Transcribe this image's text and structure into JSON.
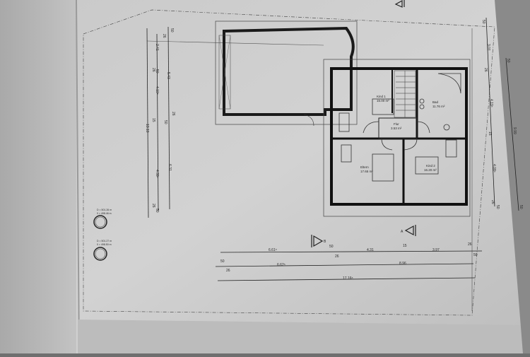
{
  "plan": {
    "rooms": [
      {
        "name": "Kind 1",
        "area": "15.00 m²"
      },
      {
        "name": "Bad",
        "area": "11.76 m²"
      },
      {
        "name": "Flur",
        "area": "3.53 m²"
      },
      {
        "name": "Eltern",
        "area": "17.65 m²"
      },
      {
        "name": "Kind 2",
        "area": "16.20 m²"
      }
    ],
    "bottom_dims": {
      "row1": [
        "6.61⁵",
        "50",
        "26",
        "4.31",
        "15",
        "3.97",
        "26",
        "50"
      ],
      "row2": [
        "50",
        "26",
        "6.62⁵",
        "8.96"
      ],
      "row3": [
        "17.16⁵"
      ]
    },
    "left_dims": {
      "overall": "13.10",
      "inner": [
        "2.41",
        "26",
        "50",
        "4.19⁵",
        "15",
        "4.39⁵",
        "26",
        "50"
      ],
      "middle": [
        "50",
        "26",
        "5.43",
        "26",
        "50",
        "6.31"
      ]
    },
    "right_dims": {
      "inner": [
        "50",
        "3.01",
        "26",
        "4.19⁵",
        "15",
        "4.08⁵",
        "26",
        "50"
      ],
      "outer": [
        "50",
        "9.99",
        "50"
      ]
    },
    "levels": [
      "D = 501.26 m",
      "0 = 498.46 m",
      "D = 501.27 m",
      "0 = 498.50 m"
    ],
    "section_labels": [
      "B",
      "A"
    ]
  }
}
